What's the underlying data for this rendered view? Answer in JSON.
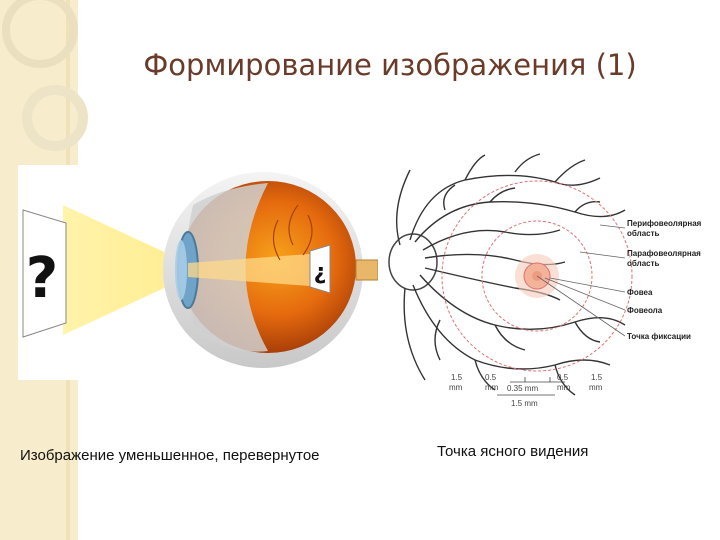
{
  "slide": {
    "title": "Формирование изображения (1)",
    "caption_left": "Изображение уменьшенное, перевернутое",
    "caption_right": "Точка ясного видения"
  },
  "eye_diagram": {
    "card_symbol": "?",
    "retina_symbol": "¿"
  },
  "retina_diagram": {
    "labels": {
      "perifoveal": [
        "Перифовеолярная",
        "область"
      ],
      "parafoveal": [
        "Парафовеолярная",
        "область"
      ],
      "fovea": "Фовеа",
      "foveola": "Фовеола",
      "fixation_point": "Точка фиксации"
    },
    "scale": {
      "left_outer": [
        "1.5",
        "mm"
      ],
      "left_inner": [
        "0.5",
        "mm"
      ],
      "center": "0.35 mm",
      "right_inner": [
        "0.5",
        "mm"
      ],
      "right_outer": [
        "1.5",
        "mm"
      ],
      "bottom": "1.5 mm"
    }
  }
}
